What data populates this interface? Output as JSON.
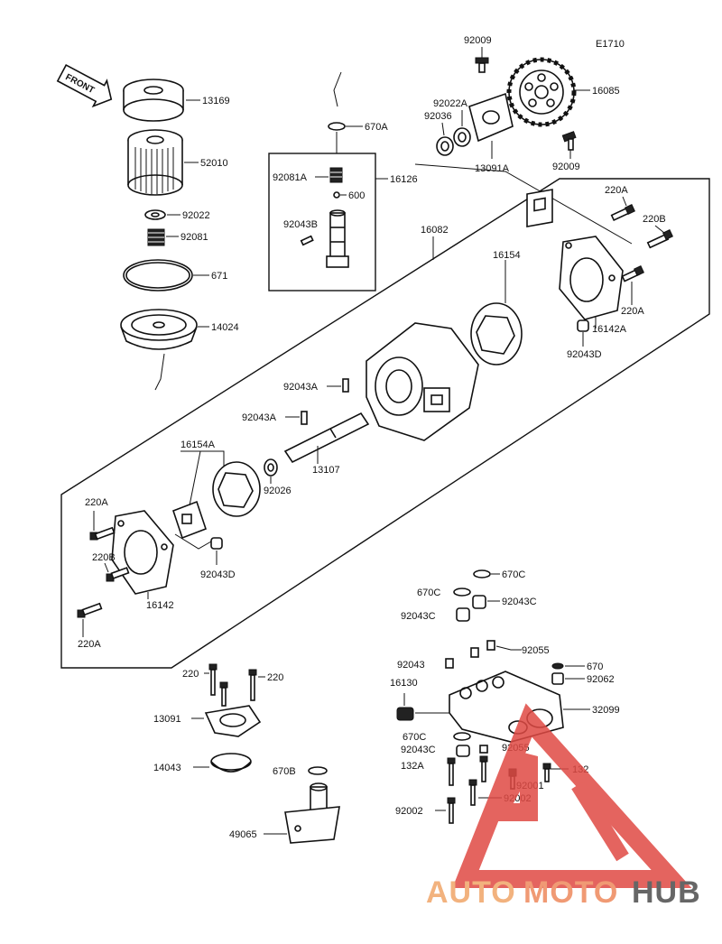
{
  "diagram_code": "E1710",
  "front_arrow": "FRONT",
  "watermark": {
    "left": "AUTO",
    "mid": "MOTO",
    "right": "HUB",
    "triangle_color": "#e04a44",
    "auto_color": "#f2b27e",
    "hub_color": "#666666"
  },
  "labels": {
    "13169": "13169",
    "52010": "52010",
    "92022": "92022",
    "92081": "92081",
    "671": "671",
    "14024": "14024",
    "670A": "670A",
    "92081A": "92081A",
    "16126": "16126",
    "600": "600",
    "92043B": "92043B",
    "92009_top": "92009",
    "92022A": "92022A",
    "92036": "92036",
    "16085": "16085",
    "13091A": "13091A",
    "92009_b": "92009",
    "220A_top": "220A",
    "220B_top": "220B",
    "220A_mid": "220A",
    "16082": "16082",
    "16154": "16154",
    "16142A": "16142A",
    "92043D_top": "92043D",
    "92043A_1": "92043A",
    "92043A_2": "92043A",
    "13107": "13107",
    "16154A": "16154A",
    "92026": "92026",
    "220A_left": "220A",
    "220B_left": "220B",
    "92043D_left": "92043D",
    "16142": "16142",
    "220A_bottom": "220A",
    "670C_1": "670C",
    "670C_2": "670C",
    "92043C_1": "92043C",
    "92043C_2": "92043C",
    "92055_1": "92055",
    "92043": "92043",
    "670": "670",
    "92062": "92062",
    "16130": "16130",
    "32099": "32099",
    "670C_3": "670C",
    "92043C_3": "92043C",
    "92055_2": "92055",
    "132A": "132A",
    "132": "132",
    "92001": "92001",
    "92002_1": "92002",
    "92002_2": "92002",
    "220_l": "220",
    "220_r": "220",
    "13091": "13091",
    "14043": "14043",
    "670B": "670B",
    "49065": "49065"
  }
}
